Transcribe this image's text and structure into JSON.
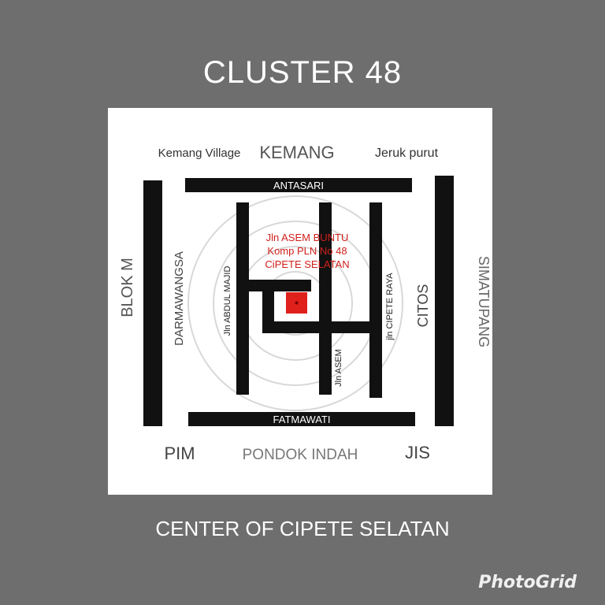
{
  "header": {
    "title": "CLUSTER 48"
  },
  "footer": {
    "subtitle": "CENTER OF CIPETE SELATAN"
  },
  "watermark": {
    "text": "PhotoGrid"
  },
  "map": {
    "areas": {
      "kemang_village": "Kemang Village",
      "kemang": "KEMANG",
      "jeruk_purut": "Jeruk purut",
      "blok_m": "BLOK M",
      "darmawangsa": "DARMAWANGSA",
      "citos": "CITOS",
      "simatupang": "SIMATUPANG",
      "pim": "PIM",
      "pondok_indah": "PONDOK INDAH",
      "jis": "JIS"
    },
    "roads": {
      "antasari": "ANTASARI",
      "fatmawati": "FATMAWATI",
      "abdul_majid": "Jln ABDUL MAJID",
      "asem": "Jln ASEM",
      "cipete_raya": "jln CIPETE RAYA"
    },
    "address": {
      "line1": "Jln ASEM BUNTU",
      "line2": "Komp PLN No 48",
      "line3": "CiPETE SELATAN"
    },
    "colors": {
      "road": "#111111",
      "road_label": "#ffffff",
      "area_label": "#555555",
      "marker": "#e0201b",
      "address": "#d0201b",
      "rings": "#d8d8d8"
    }
  }
}
